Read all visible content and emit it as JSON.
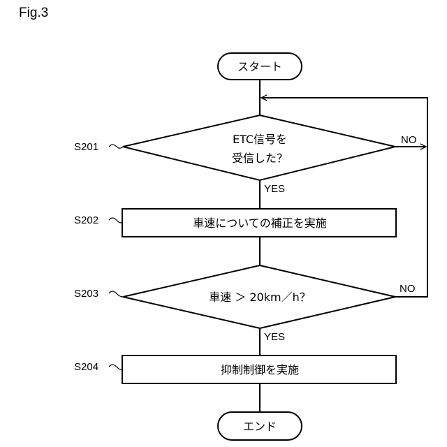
{
  "figure": {
    "label": "Fig.3",
    "type": "flowchart"
  },
  "nodes": {
    "start": {
      "kind": "terminal",
      "text": "スタート"
    },
    "s201": {
      "kind": "decision",
      "step": "S201",
      "lines": [
        "ETC信号を",
        "受信した？"
      ],
      "yes_label": "YES",
      "no_label": "NO"
    },
    "s202": {
      "kind": "process",
      "step": "S202",
      "text": "車速についての補正を実施"
    },
    "s203": {
      "kind": "decision",
      "step": "S203",
      "lines": [
        "車速 ＞ 20km／h？"
      ],
      "yes_label": "YES",
      "no_label": "NO"
    },
    "s204": {
      "kind": "process",
      "step": "S204",
      "text": "抑制制御を実施"
    },
    "end": {
      "kind": "terminal",
      "text": "エンド"
    }
  },
  "edges": [
    {
      "from": "start",
      "to": "s201"
    },
    {
      "from": "s201",
      "to": "s202",
      "label": "YES"
    },
    {
      "from": "s201",
      "to": "s201",
      "label": "NO",
      "note": "loops back above S201"
    },
    {
      "from": "s202",
      "to": "s203"
    },
    {
      "from": "s203",
      "to": "s204",
      "label": "YES"
    },
    {
      "from": "s203",
      "to": "s201",
      "label": "NO",
      "note": "loops back above S201"
    },
    {
      "from": "s204",
      "to": "end"
    }
  ]
}
